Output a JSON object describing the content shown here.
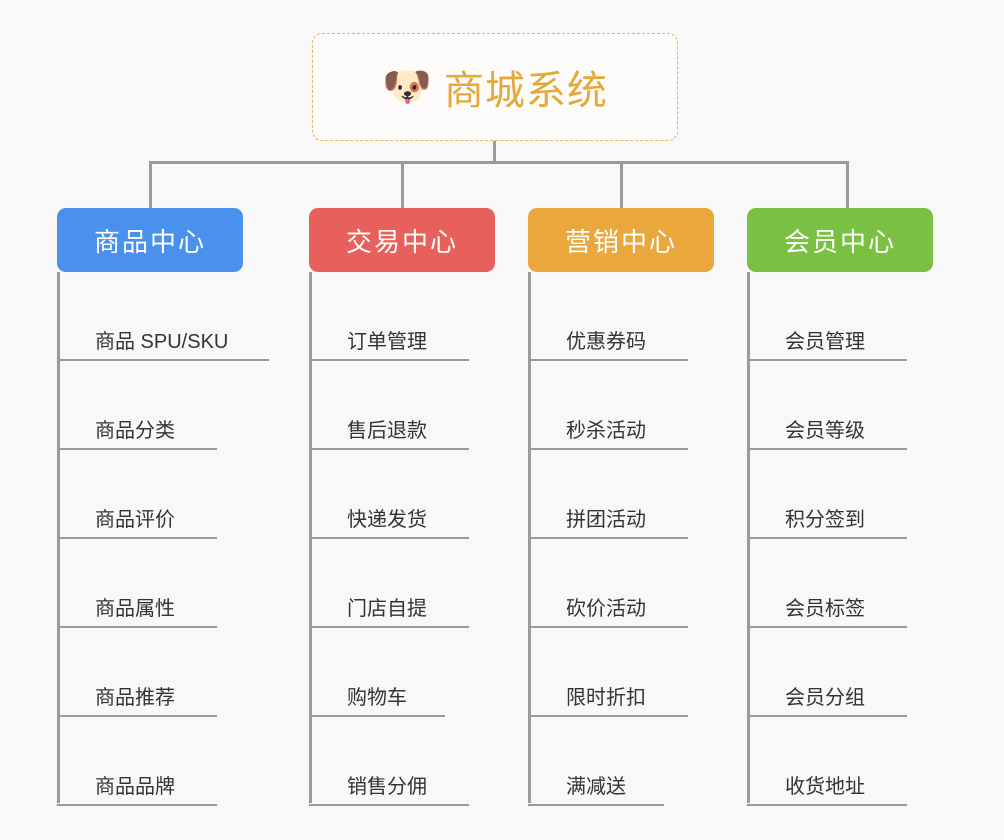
{
  "canvas": {
    "background": "#f8f8f8",
    "line_color": "#9a9a9a"
  },
  "root": {
    "icon": "shiba-dog-face-emoji",
    "emoji": "🐶",
    "title": "商城系统",
    "title_color": "#e3a93a",
    "border_color": "#e6b45c",
    "border_style": "dashed"
  },
  "branches": [
    {
      "title": "商品中心",
      "color": "#4a90ed",
      "items": [
        "商品 SPU/SKU",
        "商品分类",
        "商品评价",
        "商品属性",
        "商品推荐",
        "商品品牌"
      ]
    },
    {
      "title": "交易中心",
      "color": "#e8605c",
      "items": [
        "订单管理",
        "售后退款",
        "快递发货",
        "门店自提",
        "购物车",
        "销售分佣"
      ]
    },
    {
      "title": "营销中心",
      "color": "#eaa83c",
      "items": [
        "优惠券码",
        "秒杀活动",
        "拼团活动",
        "砍价活动",
        "限时折扣",
        "满减送"
      ]
    },
    {
      "title": "会员中心",
      "color": "#7ac143",
      "items": [
        "会员管理",
        "会员等级",
        "积分签到",
        "会员标签",
        "会员分组",
        "收货地址"
      ]
    }
  ]
}
